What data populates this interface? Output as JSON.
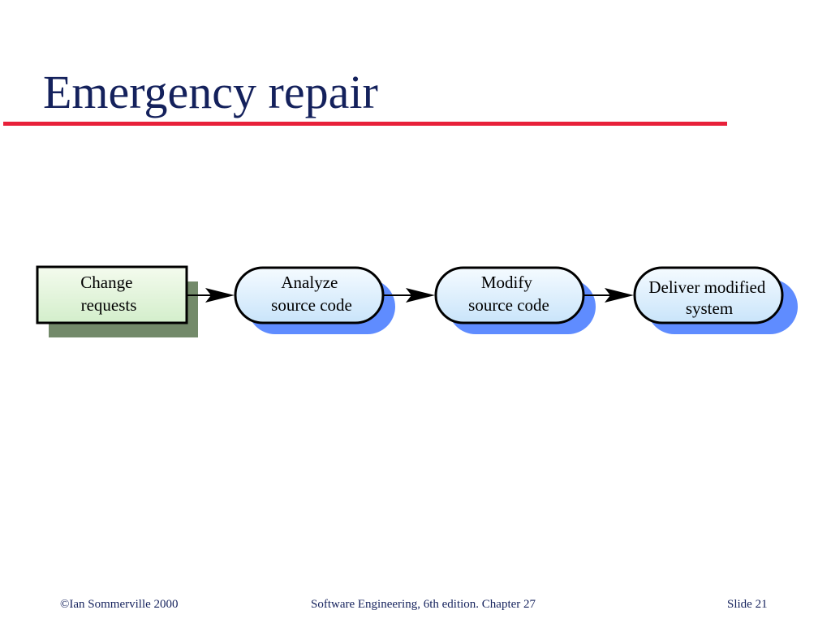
{
  "slide": {
    "title": "Emergency repair"
  },
  "diagram": {
    "nodes": [
      {
        "id": "change-requests",
        "shape": "rectangle",
        "lines": [
          "Change",
          "requests"
        ]
      },
      {
        "id": "analyze-source-code",
        "shape": "rounded",
        "lines": [
          "Analyze",
          "source code"
        ]
      },
      {
        "id": "modify-source-code",
        "shape": "rounded",
        "lines": [
          "Modify",
          "source code"
        ]
      },
      {
        "id": "deliver-modified-system",
        "shape": "rounded",
        "lines": [
          "Deliver modified",
          "system"
        ]
      }
    ],
    "edges": [
      {
        "from": "change-requests",
        "to": "analyze-source-code"
      },
      {
        "from": "analyze-source-code",
        "to": "modify-source-code"
      },
      {
        "from": "modify-source-code",
        "to": "deliver-modified-system"
      }
    ],
    "colors": {
      "rect_fill_top": "#f4fbee",
      "rect_fill_bottom": "#d3eecb",
      "rect_shadow": "#738a6a",
      "pill_fill_top": "#f5fbff",
      "pill_fill_bottom": "#c9e4fa",
      "pill_shadow": "#5f8cff",
      "stroke": "#000000"
    }
  },
  "footer": {
    "copyright": "©Ian Sommerville 2000",
    "book": "Software Engineering, 6th edition. Chapter 27",
    "slide_number": "Slide 21"
  },
  "colors": {
    "title": "#14215c",
    "rule": "#e8203a"
  }
}
